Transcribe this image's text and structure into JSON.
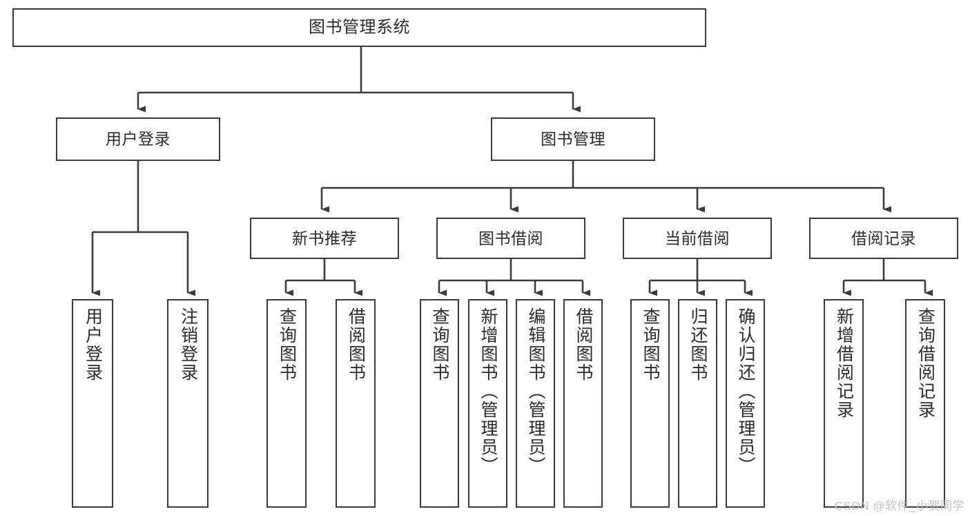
{
  "diagram": {
    "type": "tree",
    "title": "图书管理系统",
    "root": {
      "label": "图书管理系统"
    },
    "level2": [
      {
        "label": "用户登录"
      },
      {
        "label": "图书管理"
      }
    ],
    "level3": [
      {
        "label": "新书推荐"
      },
      {
        "label": "图书借阅"
      },
      {
        "label": "当前借阅"
      },
      {
        "label": "借阅记录"
      }
    ],
    "leaves": {
      "user_login": [
        {
          "label": "用户登录"
        },
        {
          "label": "注销登录"
        }
      ],
      "new_book_recommend": [
        {
          "label": "查询图书"
        },
        {
          "label": "借阅图书"
        }
      ],
      "book_borrow": [
        {
          "label": "查询图书"
        },
        {
          "label": "新增图书（管理员）"
        },
        {
          "label": "编辑图书（管理员）"
        },
        {
          "label": "借阅图书"
        }
      ],
      "current_borrow": [
        {
          "label": "查询图书"
        },
        {
          "label": "归还图书"
        },
        {
          "label": "确认归还（管理员）"
        }
      ],
      "borrow_record": [
        {
          "label": "新增借阅记录"
        },
        {
          "label": "查询借阅记录"
        }
      ]
    }
  },
  "watermark": {
    "text": "CSDN @软件_小贺同学"
  },
  "colors": {
    "border": "#3a3a3a",
    "text": "#2b2b2b",
    "background": "#ffffff",
    "watermark": "#c2c2c2"
  }
}
